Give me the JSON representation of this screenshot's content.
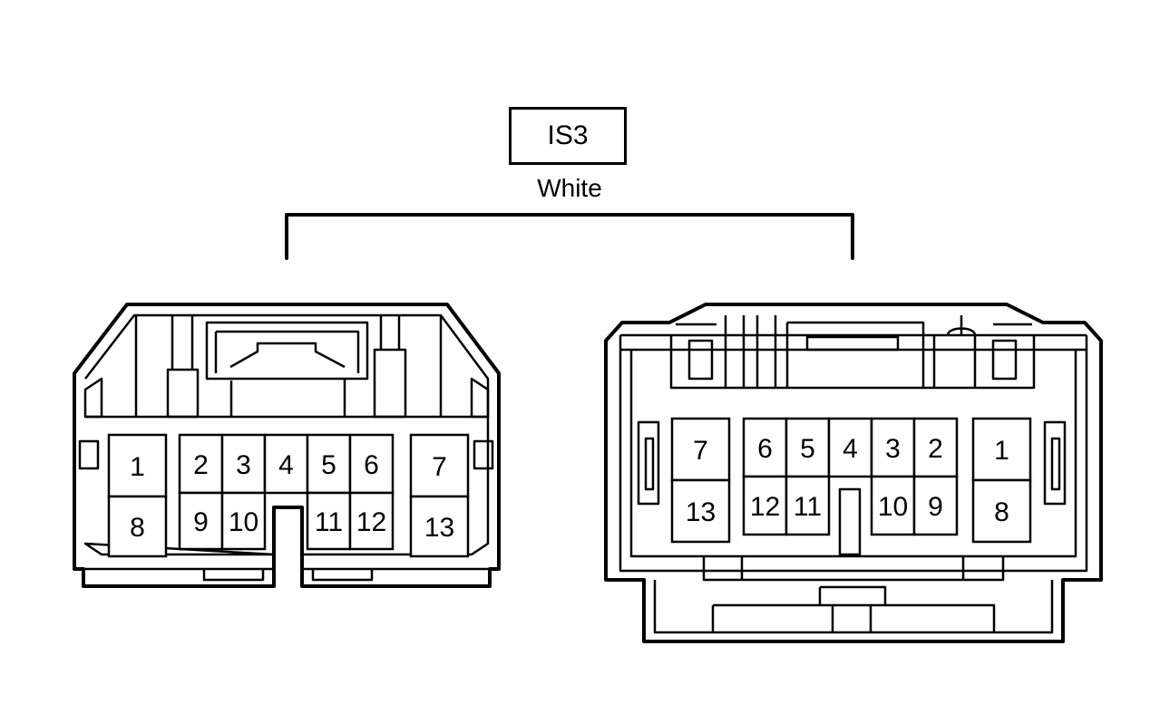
{
  "connector": {
    "code": "IS3",
    "color": "White"
  },
  "left_connector": {
    "pins": [
      "1",
      "2",
      "3",
      "4",
      "5",
      "6",
      "7",
      "8",
      "9",
      "10",
      "11",
      "12",
      "13"
    ]
  },
  "right_connector": {
    "pins": [
      "1",
      "2",
      "3",
      "4",
      "5",
      "6",
      "7",
      "8",
      "9",
      "10",
      "11",
      "12",
      "13"
    ]
  }
}
